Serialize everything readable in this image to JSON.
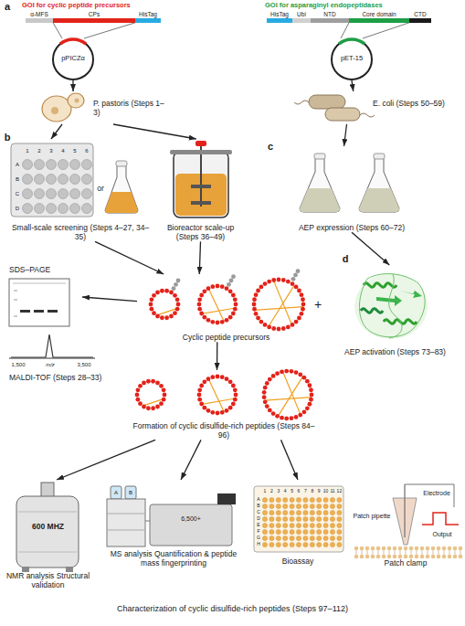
{
  "diagram": {
    "caption": "Characterization of cyclic disulfide-rich peptides (Steps 97–112)",
    "nodes": [
      {
        "text": [
          "GOI for cyclic peptide precursors"
        ]
      },
      {
        "text": [
          "α-MFS"
        ],
        "in": 0
      },
      {
        "text": [
          "CPs"
        ],
        "in": 0
      },
      {
        "text": [
          "HisTag"
        ],
        "in": 0
      },
      {
        "text": [
          "pPICZα"
        ]
      },
      {
        "text": [
          "GOI for asparaginyl endopeptidases"
        ]
      },
      {
        "text": [
          "HisTag"
        ],
        "in": 5
      },
      {
        "text": [
          "Ubi"
        ],
        "in": 5
      },
      {
        "text": [
          "NTD"
        ],
        "in": 5
      },
      {
        "text": [
          "Core domain"
        ],
        "in": 5
      },
      {
        "text": [
          "CTD"
        ],
        "in": 5
      },
      {
        "text": [
          "pET-15"
        ]
      },
      {
        "text": [
          "P. pastoris (Steps 1–3)"
        ]
      },
      {
        "text": [
          "E. coli (Steps 50–59)"
        ]
      },
      {
        "text": [
          "Small-scale screening (Steps 4–27, 34–35)"
        ]
      },
      {
        "text": [
          "Bioreactor scale-up (Steps 36–49)"
        ]
      },
      {
        "text": [
          "AEP expression (Steps 60–72)"
        ]
      },
      {
        "text": [
          "SDS–PAGE"
        ]
      },
      {
        "text": [
          "MALDI-TOF (Steps 28–33)"
        ]
      },
      {
        "text": [
          "Cyclic peptide precursors"
        ]
      },
      {
        "text": [
          "AEP activation (Steps 73–83)"
        ]
      },
      {
        "text": [
          "Formation of cyclic disulfide-rich peptides (Steps 84–96)"
        ]
      },
      {
        "text": [
          "600 MHZ",
          "NMR analysis Structural validation"
        ]
      },
      {
        "text": [
          "MS analysis Quantification & peptide mass fingerprinting"
        ]
      },
      {
        "text": [
          "Bioassay"
        ]
      },
      {
        "text": [
          "Patch clamp"
        ]
      }
    ],
    "edges": [
      {
        "from": 2,
        "to": 4,
        "arrow": "none"
      },
      {
        "from": 2,
        "to": 4,
        "arrow": "none"
      },
      {
        "from": 9,
        "to": 11,
        "arrow": "none"
      },
      {
        "from": 9,
        "to": 11,
        "arrow": "none"
      },
      {
        "from": 4,
        "to": 12,
        "arrow": "to"
      },
      {
        "from": 11,
        "to": 13,
        "arrow": "to"
      },
      {
        "from": 12,
        "to": 14,
        "arrow": "to"
      },
      {
        "from": 12,
        "to": 15,
        "arrow": "to"
      },
      {
        "from": 13,
        "to": 16,
        "arrow": "to"
      },
      {
        "from": 14,
        "to": 19,
        "arrow": "to"
      },
      {
        "from": 15,
        "to": 19,
        "arrow": "to"
      },
      {
        "from": 19,
        "to": 17,
        "arrow": "to"
      },
      {
        "from": 16,
        "to": 20,
        "arrow": "to"
      },
      {
        "from": 19,
        "to": 21,
        "arrow": "to"
      },
      {
        "from": 21,
        "to": 22,
        "arrow": "to"
      },
      {
        "from": 21,
        "to": 23,
        "arrow": "to"
      },
      {
        "from": 21,
        "to": 24,
        "arrow": "to"
      }
    ],
    "labels": [
      "a",
      "b",
      "1",
      "2",
      "3",
      "4",
      "5",
      "6",
      "A",
      "B",
      "C",
      "D",
      "or",
      "c",
      "1,500",
      "m/z",
      "3,500",
      "+",
      "d",
      "A",
      "B",
      "6,500+",
      "1",
      "2",
      "3",
      "4",
      "5",
      "6",
      "7",
      "8",
      "9",
      "10",
      "11",
      "12",
      "A",
      "B",
      "C",
      "D",
      "E",
      "F",
      "G",
      "H",
      "Electrode",
      "Patch pipette",
      "Output"
    ]
  }
}
